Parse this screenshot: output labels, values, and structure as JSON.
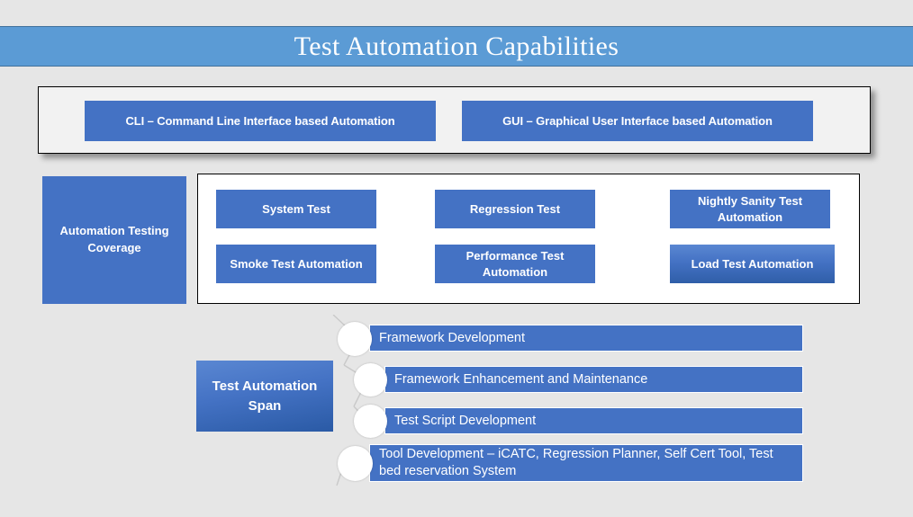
{
  "header": {
    "title": "Test Automation Capabilities",
    "banner_color": "#5B9BD5",
    "title_color": "#FFFFFF"
  },
  "theme": {
    "background": "#E6E6E6",
    "accent_blue": "#4472C4",
    "panel_white": "#FFFFFF",
    "panel_light": "#F2F2F2"
  },
  "interfaces": {
    "items": [
      {
        "label": "CLI – Command Line Interface based Automation"
      },
      {
        "label": "GUI – Graphical User Interface based Automation"
      }
    ]
  },
  "coverage": {
    "label": "Automation Testing Coverage",
    "items": [
      {
        "label": "System Test"
      },
      {
        "label": "Smoke Test Automation"
      },
      {
        "label": "Regression Test"
      },
      {
        "label": "Performance Test Automation"
      },
      {
        "label": "Nightly Sanity Test Automation"
      },
      {
        "label": "Load Test Automation"
      }
    ]
  },
  "span": {
    "label": "Test Automation Span",
    "items": [
      {
        "label": "Framework Development"
      },
      {
        "label": "Framework Enhancement and Maintenance"
      },
      {
        "label": "Test Script Development"
      },
      {
        "label": "Tool Development – iCATC, Regression Planner, Self Cert Tool, Test bed reservation System"
      }
    ]
  }
}
